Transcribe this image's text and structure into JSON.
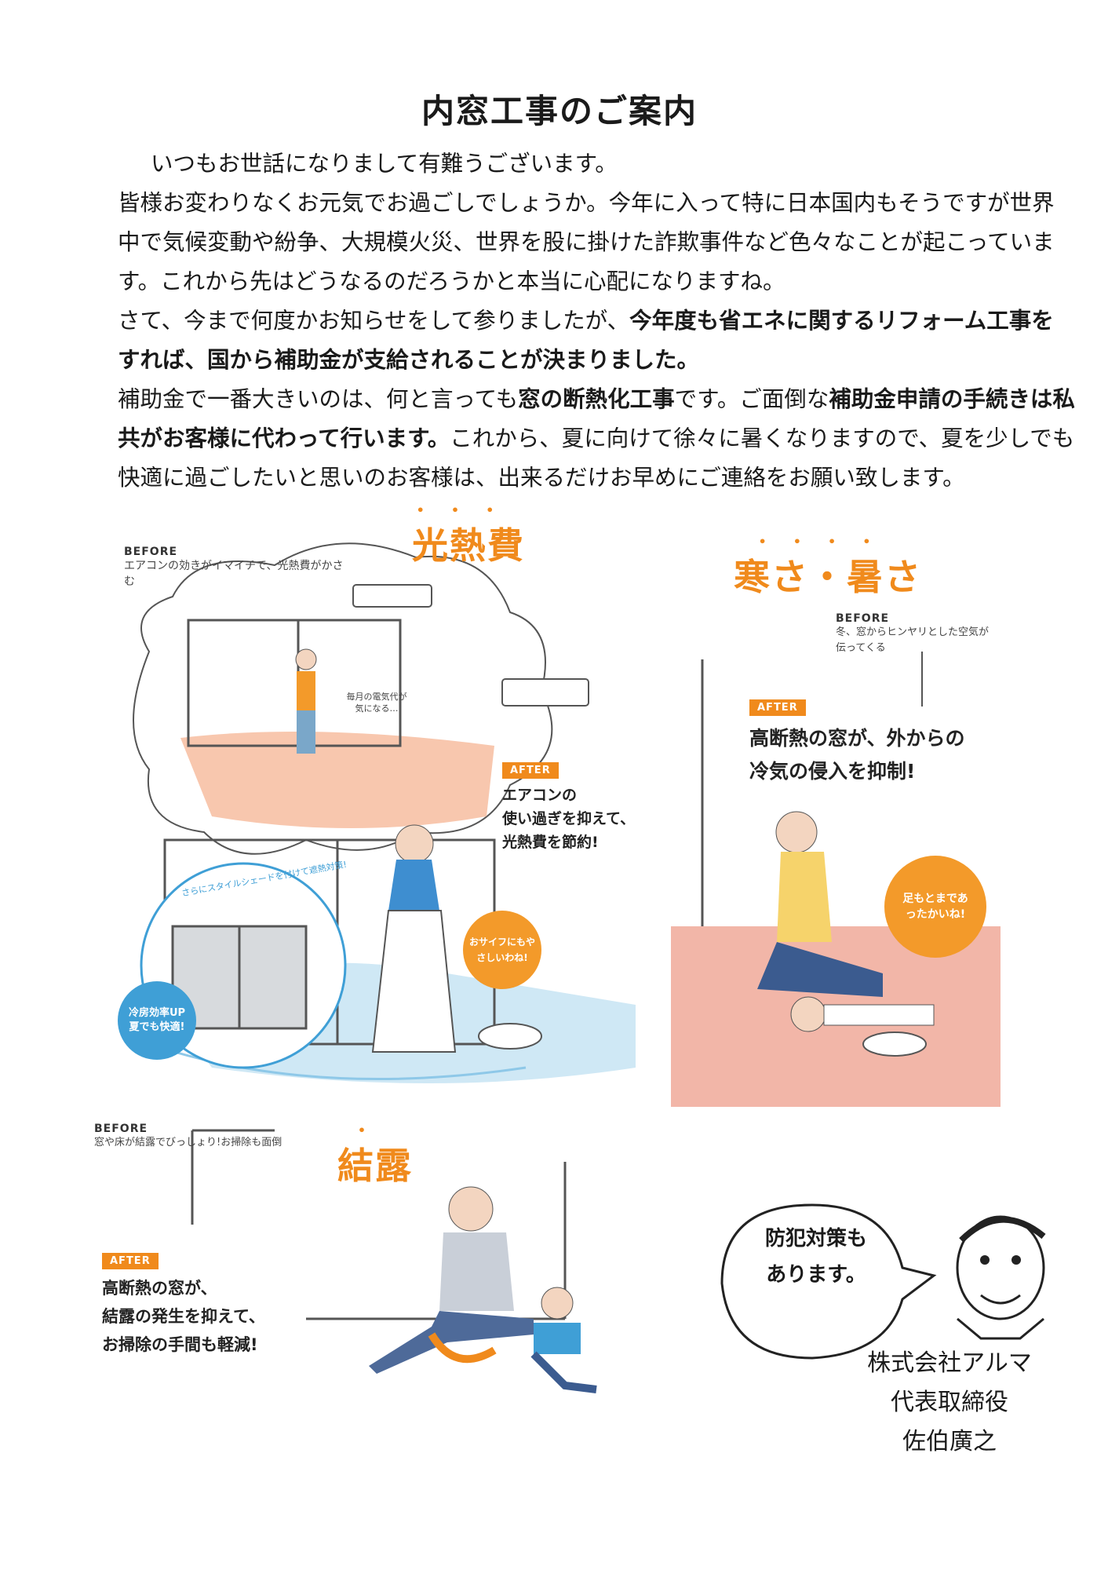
{
  "title": "内窓工事のご案内",
  "paragraph": {
    "line1": "いつもお世話になりまして有難うございます。",
    "line2": "皆様お変わりなくお元気でお過ごしでしょうか。今年に入って特に日本国内もそうですが世界中で気候変動や紛争、大規模火災、世界を股に掛けた詐欺事件など色々なことが起こっています。これから先はどうなるのだろうかと本当に心配になりますね。",
    "line3a": "さて、今まで何度かお知らせをして参りましたが、",
    "line3b": "今年度も省エネに関するリフォーム工事をすれば、国から補助金が支給されることが決まりました。",
    "line4a": "補助金で一番大きいのは、何と言っても",
    "line4b": "窓の断熱化工事",
    "line4c": "です。ご面倒な",
    "line4d": "補助金申請の手続きは私共がお客様に代わって行います。",
    "line4e": "これから、夏に向けて徐々に暑くなりますので、夏を少しでも快適に過ごしたいと思いのお客様は、出来るだけお早めにご連絡をお願い致します。"
  },
  "panel1": {
    "heading": "光熱費",
    "before_label": "BEFORE",
    "before_text": "エアコンの効きがイマイチで、光熱費がかさむ",
    "thought": "毎月の電気代が気になる…",
    "after_tag": "AFTER",
    "after_text": [
      "エアコンの",
      "使い過ぎを抑えて、",
      "光熱費を節約!"
    ],
    "bubble_orange": "おサイフにもやさしいわね!",
    "bubble_blue": "冷房効率UP 夏でも快適!",
    "arc_text": "さらにスタイルシェードを付けて遮熱対策!"
  },
  "panel2": {
    "heading": "寒さ・暑さ",
    "before_label": "BEFORE",
    "before_text": "冬、窓からヒンヤリとした空気が伝ってくる",
    "after_tag": "AFTER",
    "after_text": [
      "高断熱の窓が、外からの",
      "冷気の侵入を抑制!"
    ],
    "bubble_orange": "足もとまであったかいね!"
  },
  "panel3": {
    "heading": "結露",
    "before_label": "BEFORE",
    "before_text": "窓や床が結露でびっしょり!お掃除も面倒",
    "after_tag": "AFTER",
    "after_text": [
      "高断熱の窓が、",
      "結露の発生を抑えて、",
      "お掃除の手間も軽減!"
    ]
  },
  "speech": [
    "防犯対策も",
    "あります。"
  ],
  "signature": [
    "株式会社アルマ",
    "代表取締役",
    "佐伯廣之"
  ]
}
